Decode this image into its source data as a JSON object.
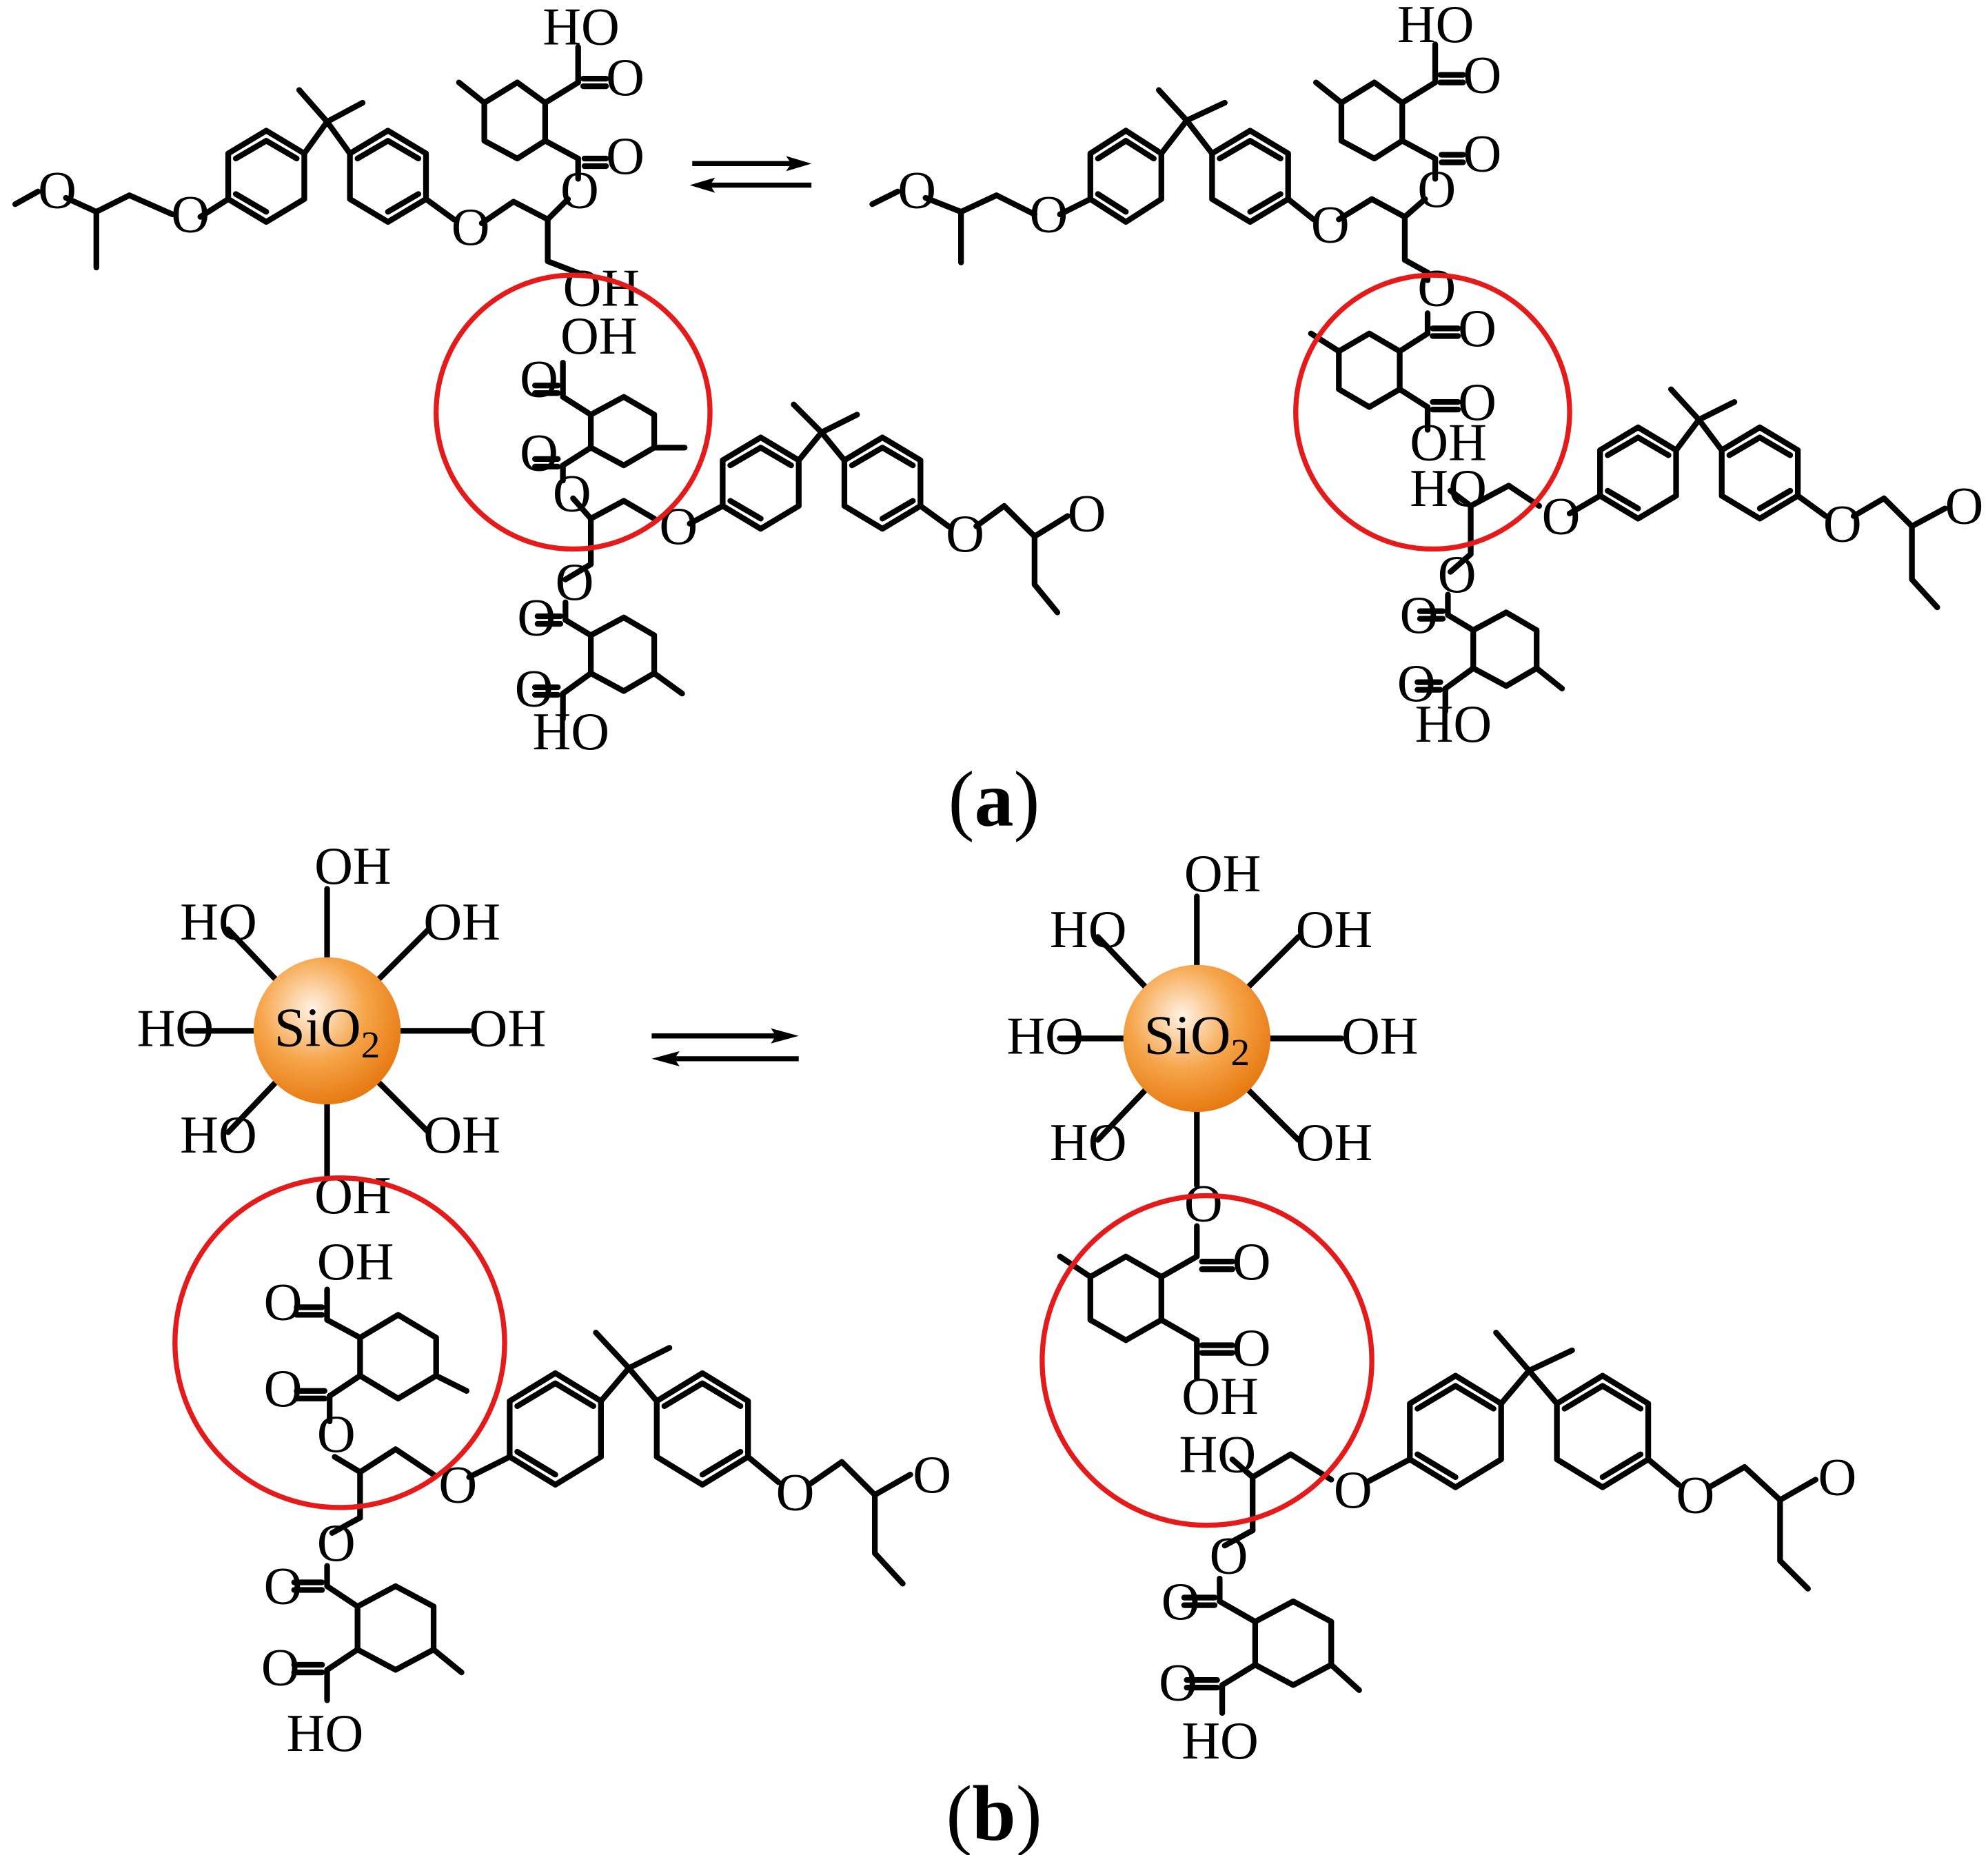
{
  "panels": [
    {
      "id": "a",
      "label_open": "(",
      "label_letter": "a",
      "label_close": ")"
    },
    {
      "id": "b",
      "label_open": "(",
      "label_letter": "b",
      "label_close": ")"
    }
  ],
  "atoms": {
    "O": "O",
    "OH": "OH",
    "HO": "HO"
  },
  "nanoparticle": {
    "name": "SiO",
    "subscript": "2",
    "color": "#f39c3c",
    "highlight": "#ffe9d2"
  },
  "highlight_circle_color": "#e31b1b"
}
